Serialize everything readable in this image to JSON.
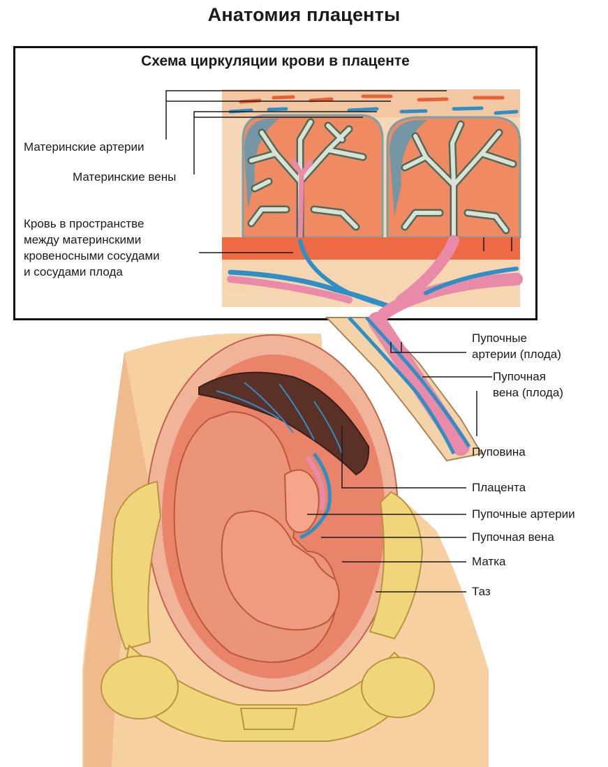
{
  "title": "Анатомия плаценты",
  "inset": {
    "title": "Схема циркуляции крови в плаценте",
    "labels": {
      "maternal_arteries": "Материнские артерии",
      "maternal_veins": "Материнские вены",
      "intervillous_blood": "Кровь в пространстве\nмежду материнскими\nкровеносными сосудами\nи сосудами плода"
    }
  },
  "labels": {
    "umbilical_arteries_fetal": "Пупочные\nартерии (плода)",
    "umbilical_vein_fetal": "Пупочная\nвена (плода)",
    "umbilical_cord": "Пуповина",
    "placenta": "Плацента",
    "umbilical_arteries": "Пупочные артерии",
    "umbilical_vein": "Пупочная вена",
    "uterus": "Матка",
    "pelvis": "Таз"
  },
  "colors": {
    "artery_red": "#e8603a",
    "vein_blue": "#2f8fc4",
    "cord_pink": "#e98aa8",
    "skin": "#f7d0a2",
    "bone": "#f1d57a",
    "uterus": "#e9836a",
    "villi_fill": "#d9e2d4",
    "placenta_dark": "#5a3027"
  }
}
